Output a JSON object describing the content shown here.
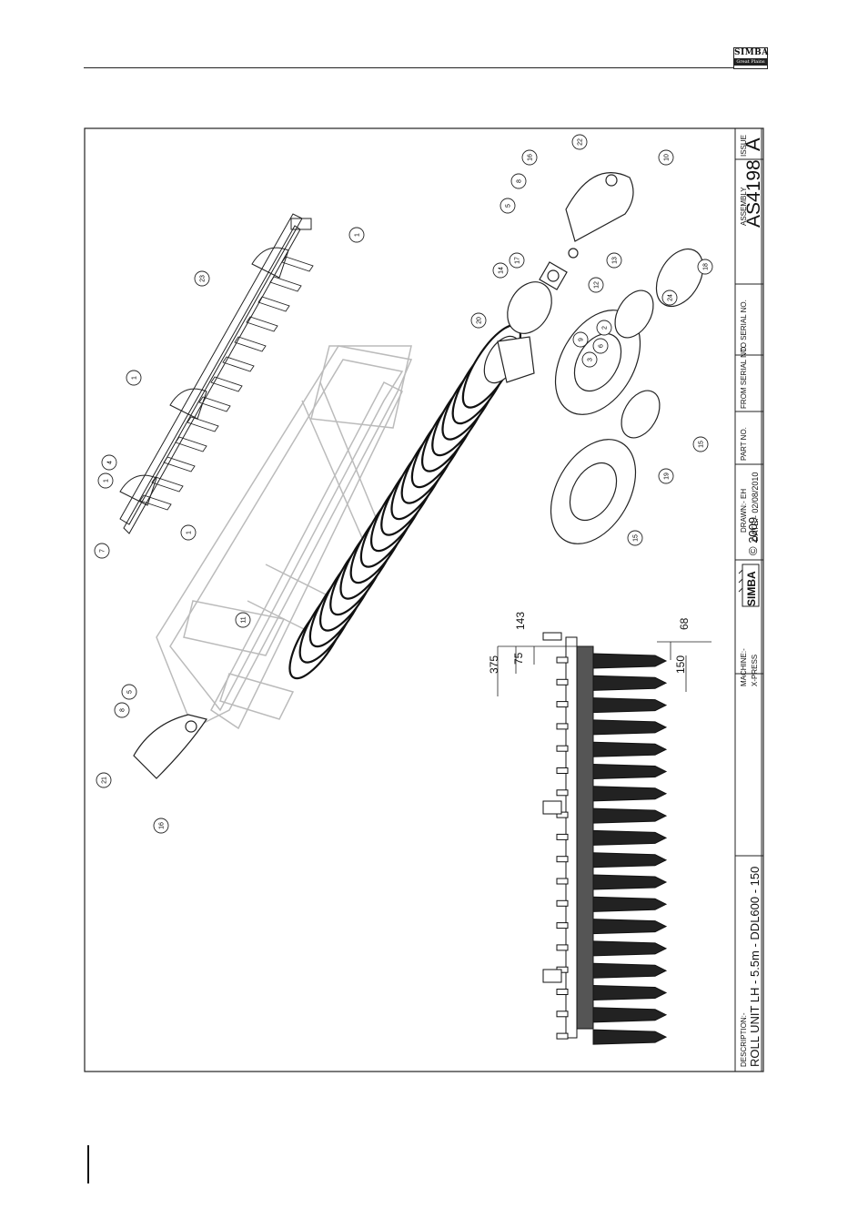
{
  "header": {
    "logo_top": "SIMBA",
    "logo_bottom": "Great Plains"
  },
  "title_block": {
    "description_label": "DESCRIPTION:-",
    "description_value": "ROLL UNIT LH - 5.5m - DDL600 - 150",
    "machine_label": "MACHINE:-",
    "machine_value": "X-PRESS",
    "copyright": "© 2009",
    "brand": "SIMBA",
    "drawn": "DRAWN:- EH",
    "date": "DATE:- 02/08/2010",
    "part_no_label": "PART NO.",
    "from_serial_label": "FROM SERIAL NO.",
    "to_serial_label": "TO SERIAL NO.",
    "assembly_label": "ASSEMBLY",
    "assembly_value": "AS4198",
    "issue_label": "ISSUE",
    "issue_value": "A"
  },
  "dimensions": {
    "d375": "375",
    "d143": "143",
    "d75": "75",
    "d68": "68",
    "d150": "150"
  },
  "callouts": [
    "1",
    "1",
    "1",
    "1",
    "4",
    "7",
    "23",
    "11",
    "5",
    "8",
    "21",
    "16",
    "20",
    "14",
    "17",
    "3",
    "6",
    "9",
    "2",
    "12",
    "13",
    "5",
    "8",
    "16",
    "22",
    "10",
    "18",
    "24",
    "15",
    "15",
    "19"
  ]
}
